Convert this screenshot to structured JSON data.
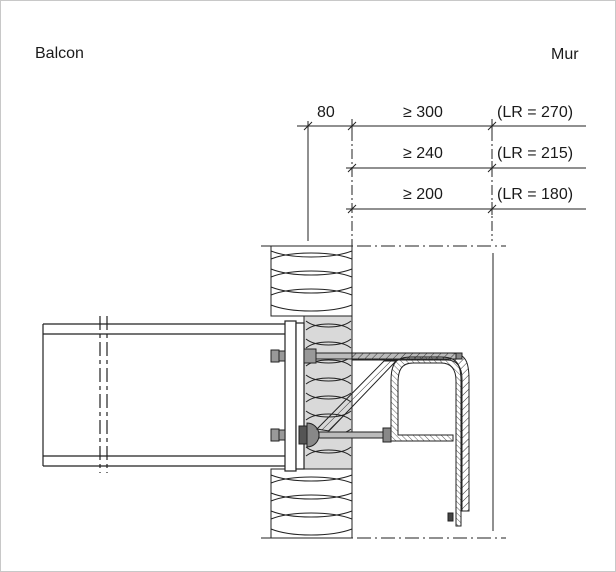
{
  "labels": {
    "left_side": "Balcon",
    "right_side": "Mur"
  },
  "dimensions": {
    "insulation_width": "80",
    "rows": [
      {
        "min": "≥ 300",
        "lr": "(LR = 270)"
      },
      {
        "min": "≥ 240",
        "lr": "(LR = 215)"
      },
      {
        "min": "≥ 200",
        "lr": "(LR = 180)"
      }
    ]
  }
}
